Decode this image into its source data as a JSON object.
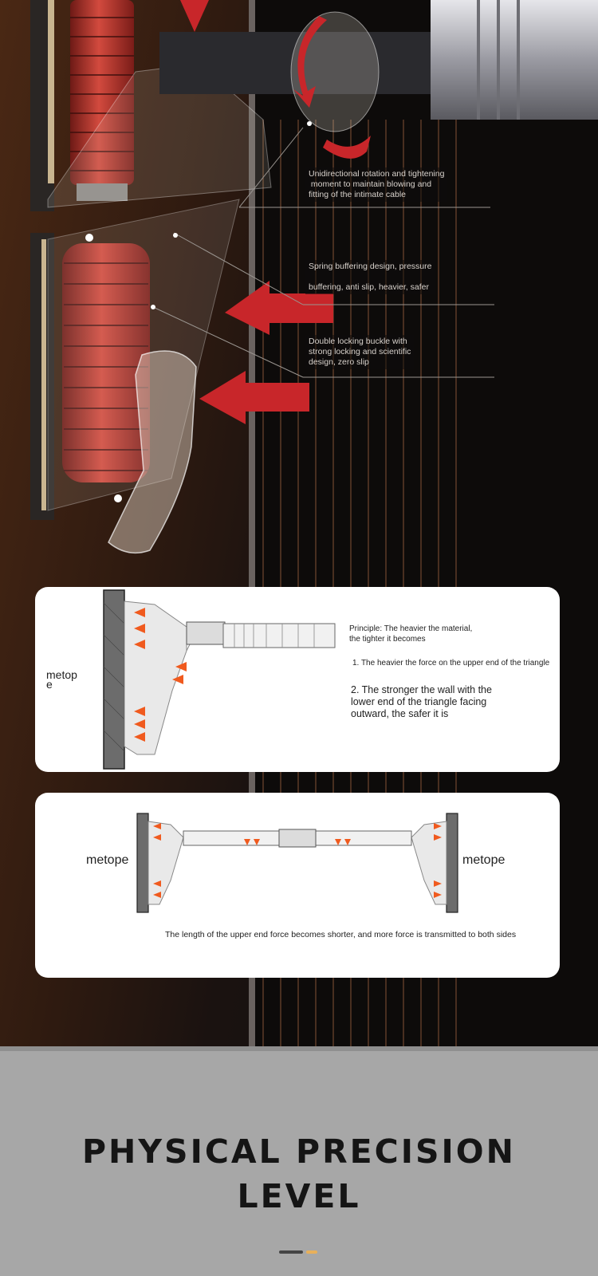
{
  "hero": {
    "callouts": [
      "Unidirectional rotation and tightening\n moment to maintain blowing and\nfitting of the intimate cable",
      "Spring buffering design, pressure\n\nbuffering, anti slip, heavier, safer",
      "Double locking buckle with\nstrong locking and scientific\ndesign, zero slip"
    ],
    "colors": {
      "spring": "#b8302a",
      "arrow": "#c8262a",
      "stripe": "#8a5a3a"
    }
  },
  "panel1": {
    "metope": "metop\ne",
    "principle": "Principle: The heavier the material,\nthe tighter it becomes",
    "point1": "1. The heavier the force on the upper end of the triangle",
    "point2": "2. The stronger the wall with the\nlower end of the triangle facing\noutward, the safer it is"
  },
  "panel2": {
    "metope_left": "metope",
    "metope_right": "metope",
    "caption": "The length of the upper end force becomes shorter, and more force is transmitted to both sides"
  },
  "footer": {
    "title_line1": "PHYSICAL PRECISION",
    "title_line2": "LEVEL",
    "colors": {
      "background": "#a7a7a7",
      "dot_active": "#e8b05a",
      "dot_inactive": "#444444"
    }
  }
}
